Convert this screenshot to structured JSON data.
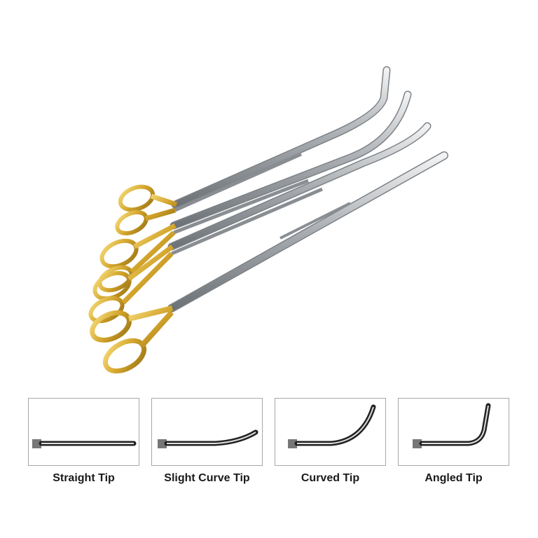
{
  "product": {
    "handle_color": "#d9b23a",
    "steel_color": "#b8bcc0"
  },
  "tips": [
    {
      "label": "Straight Tip",
      "shape": "straight"
    },
    {
      "label": "Slight Curve Tip",
      "shape": "slight-curve"
    },
    {
      "label": "Curved Tip",
      "shape": "curved"
    },
    {
      "label": "Angled Tip",
      "shape": "angled"
    }
  ]
}
